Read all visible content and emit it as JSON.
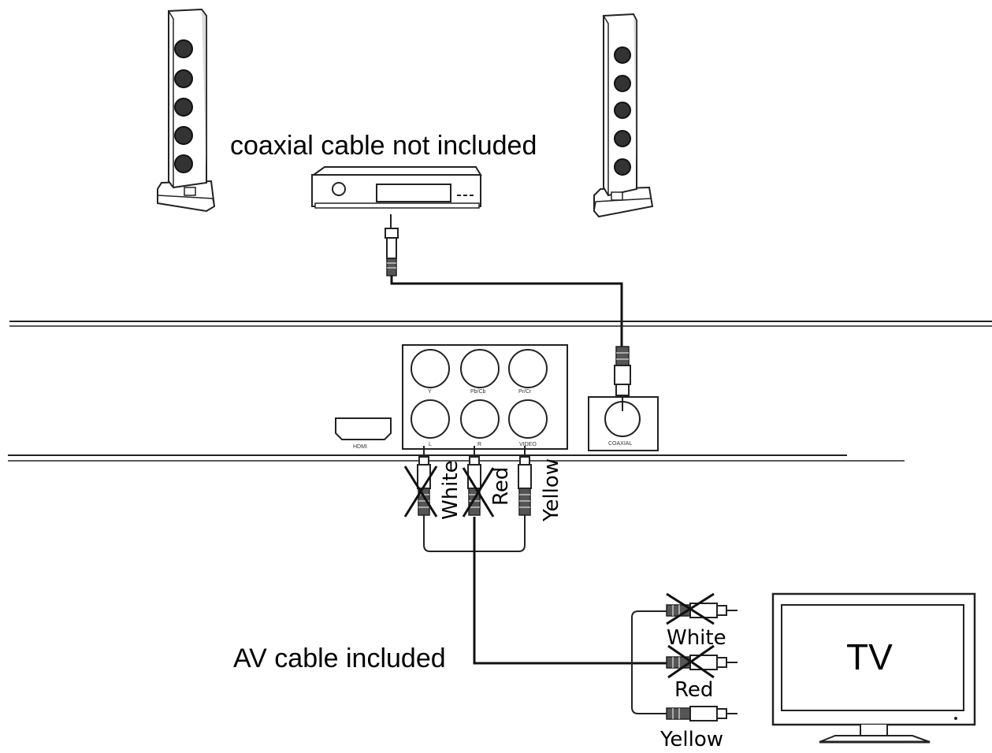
{
  "labels": {
    "coaxial_caption": "coaxial cable not included",
    "av_caption": "AV cable included",
    "tv": "TV"
  },
  "panel": {
    "hdmi": "HDMI",
    "coaxial": "COAXIAL",
    "jack_top": [
      "Y",
      "Pb/Cb",
      "Pr/Cr"
    ],
    "jack_bottom": [
      "L",
      "R",
      "VIDEO"
    ]
  },
  "player_plugs": [
    "White",
    "Red",
    "Yellow"
  ],
  "tv_plugs": [
    "White",
    "Red",
    "Yellow"
  ],
  "crossed_out": [
    "White",
    "Red"
  ],
  "colors": {
    "line": "#222222",
    "background": "#ffffff"
  }
}
